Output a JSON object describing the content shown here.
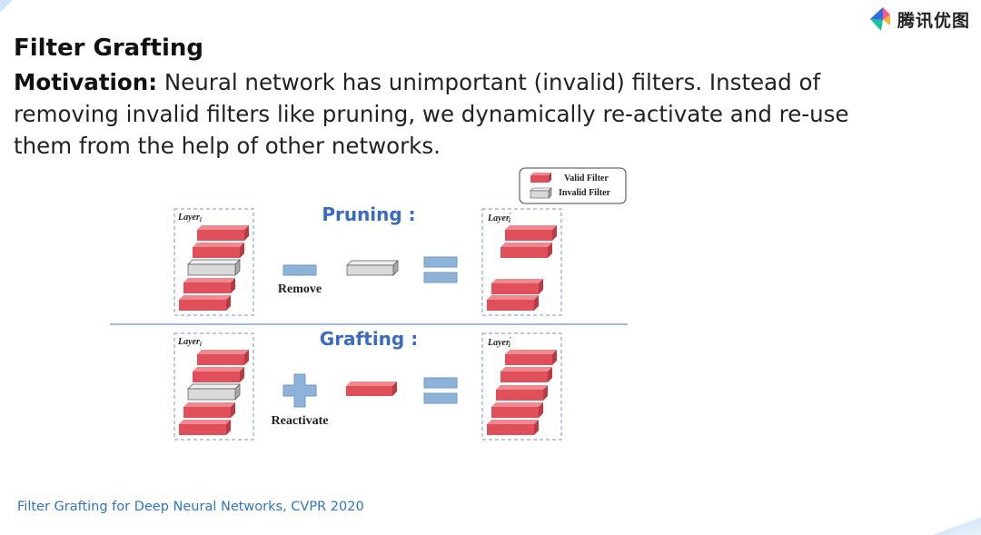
{
  "slide": {
    "title": "Filter Grafting",
    "motivation_label": "Motivation:",
    "motivation_text": "Neural network has unimportant (invalid) filters. Instead of removing invalid filters like pruning, we dynamically re-activate and re-use them from the help of other networks.",
    "citation": "Filter Grafting for Deep Neural Networks, CVPR 2020"
  },
  "logo": {
    "text": "腾讯优图"
  },
  "legend": {
    "valid": "Valid Filter",
    "invalid": "Invalid Filter"
  },
  "colors": {
    "valid_filter": "#e0505a",
    "invalid_filter": "#d9d9d9",
    "operator_blue": "#8eb3d9",
    "heading_blue": "#3a6bbf",
    "citation_blue": "#2e74c8",
    "divider": "#4a78b8"
  },
  "pruning": {
    "heading": "Pruning :",
    "operator_label": "Remove",
    "layer_before": "Layer",
    "layer_after": "Layer",
    "layer_subscript": "i",
    "layer_prime": "′",
    "filters_before": [
      "valid",
      "valid",
      "invalid",
      "valid",
      "valid"
    ],
    "filters_after": [
      "valid",
      "valid",
      "valid",
      "valid"
    ]
  },
  "grafting": {
    "heading": "Grafting :",
    "operator_label": "Reactivate",
    "layer_before": "Layer",
    "layer_after": "Layer",
    "layer_subscript": "i",
    "layer_prime": "′",
    "filters_before": [
      "valid",
      "valid",
      "invalid",
      "valid",
      "valid"
    ],
    "filters_after": [
      "valid",
      "valid",
      "valid",
      "valid",
      "valid"
    ]
  }
}
